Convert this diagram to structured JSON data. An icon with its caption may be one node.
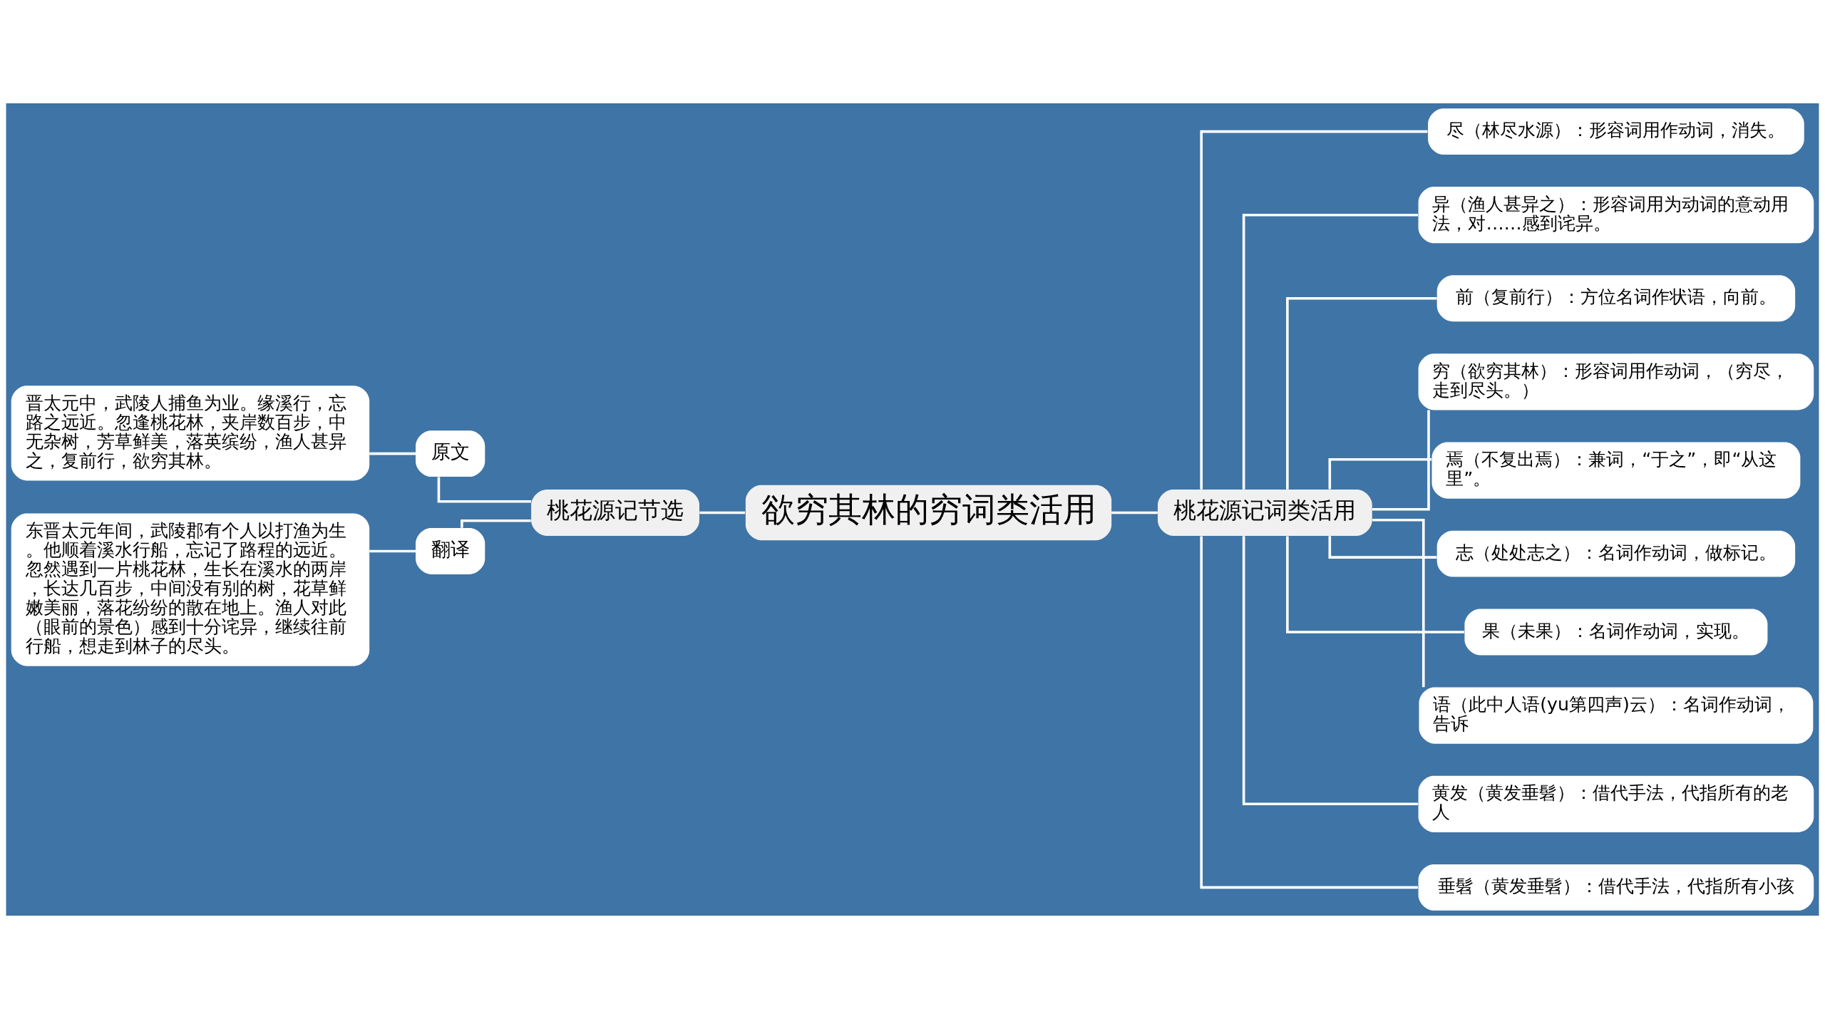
{
  "diagram": {
    "nodes": [
      {
        "text": [
          "欲穷其林的穷词类活用"
        ]
      },
      {
        "text": [
          "桃花源记节选"
        ]
      },
      {
        "text": [
          "原文"
        ]
      },
      {
        "text": [
          "晋太元中，武陵人捕鱼为业。缘溪行，忘路之远近。忽逢桃花林，夹岸数百步，中无杂树，芳草鲜美，落英缤纷，渔人甚异之，复前行，欲穷其林。"
        ]
      },
      {
        "text": [
          "翻译"
        ]
      },
      {
        "text": [
          "东晋太元年间，武陵郡有个人以打渔为生。他顺着溪水行船，忘记了路程的远近。忽然遇到一片桃花林，生长在溪水的两岸，长达几百步，中间没有别的树，花草鲜嫩美丽，落花纷纷的散在地上。渔人对此（眼前的景色）感到十分诧异，继续往前行船，想走到林子的尽头。"
        ]
      },
      {
        "text": [
          "桃花源记词类活用"
        ]
      },
      {
        "text": [
          "尽（林尽水源）：形容词用作动词，消失。"
        ]
      },
      {
        "text": [
          "异（渔人甚异之）：形容词用为动词的意动用法，对……感到诧异。"
        ]
      },
      {
        "text": [
          "前（复前行）：方位名词作状语，向前。"
        ]
      },
      {
        "text": [
          "穷（欲穷其林）：形容词用作动词，（穷尽，走到尽头。）"
        ]
      },
      {
        "text": [
          "焉（不复出焉）：兼词，“于之”，即“从这里”。"
        ]
      },
      {
        "text": [
          "志（处处志之）：名词作动词，做标记。"
        ]
      },
      {
        "text": [
          "果（未果）：名词作动词，实现。"
        ]
      },
      {
        "text": [
          "语（此中人语(yu第四声)云）：名词作动词，告诉"
        ]
      },
      {
        "text": [
          "黄发（黄发垂髫）：借代手法，代指所有的老人"
        ]
      },
      {
        "text": [
          "垂髫（黄发垂髫）：借代手法，代指所有小孩"
        ]
      }
    ],
    "edges": [
      {
        "from": 0,
        "to": 1,
        "arrow": "none"
      },
      {
        "from": 1,
        "to": 2,
        "arrow": "none"
      },
      {
        "from": 2,
        "to": 3,
        "arrow": "none"
      },
      {
        "from": 1,
        "to": 4,
        "arrow": "none"
      },
      {
        "from": 4,
        "to": 5,
        "arrow": "none"
      },
      {
        "from": 0,
        "to": 6,
        "arrow": "none"
      },
      {
        "from": 6,
        "to": 7,
        "arrow": "none"
      },
      {
        "from": 6,
        "to": 8,
        "arrow": "none"
      },
      {
        "from": 6,
        "to": 9,
        "arrow": "none"
      },
      {
        "from": 6,
        "to": 10,
        "arrow": "none"
      },
      {
        "from": 6,
        "to": 11,
        "arrow": "none"
      },
      {
        "from": 6,
        "to": 12,
        "arrow": "none"
      },
      {
        "from": 6,
        "to": 13,
        "arrow": "none"
      },
      {
        "from": 6,
        "to": 14,
        "arrow": "none"
      },
      {
        "from": 6,
        "to": 15,
        "arrow": "none"
      },
      {
        "from": 6,
        "to": 16,
        "arrow": "none"
      }
    ]
  }
}
